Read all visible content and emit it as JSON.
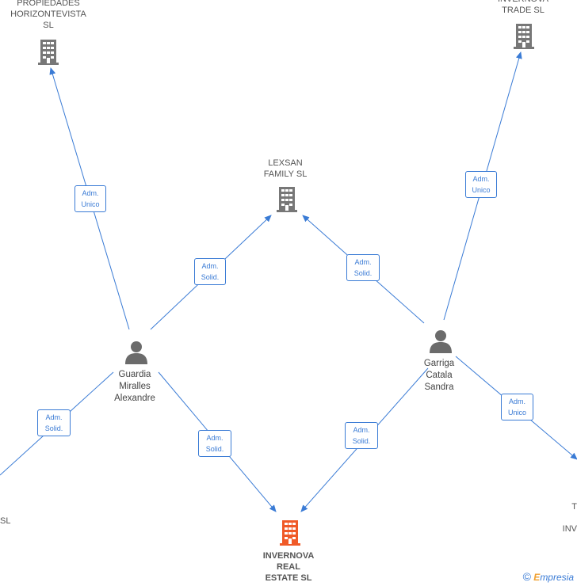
{
  "companies": {
    "propiedades": {
      "label": "PROPIEDADES\nHORIZONTEVISTA\nSL"
    },
    "invernova_trade": {
      "label": "INVERNOVA\nTRADE  SL"
    },
    "lexsan": {
      "label": "LEXSAN\nFAMILY  SL"
    },
    "invernova_real": {
      "label": "INVERNOVA\nREAL\nESTATE  SL"
    },
    "left_partial": {
      "label": "SL"
    },
    "right_partial": {
      "label": "T\n\nINV"
    }
  },
  "people": {
    "guardia": {
      "label": "Guardia\nMiralles\nAlexandre"
    },
    "garriga": {
      "label": "Garriga\nCatala\nSandra"
    }
  },
  "edges": {
    "e1": {
      "label": "Adm.\nUnico"
    },
    "e2": {
      "label": "Adm.\nSolid."
    },
    "e3": {
      "label": "Adm.\nSolid."
    },
    "e4": {
      "label": "Adm.\nUnico"
    },
    "e5": {
      "label": "Adm.\nSolid."
    },
    "e6": {
      "label": "Adm.\nSolid."
    },
    "e7": {
      "label": "Adm.\nSolid."
    },
    "e8": {
      "label": "Adm.\nUnico"
    }
  },
  "colors": {
    "edge": "#3a7bd5",
    "building": "#777777",
    "building_main": "#f05a28",
    "person": "#6b6b6b"
  },
  "footer": {
    "copyright": "©",
    "brand_initial": "E",
    "brand_rest": "mpresia"
  }
}
